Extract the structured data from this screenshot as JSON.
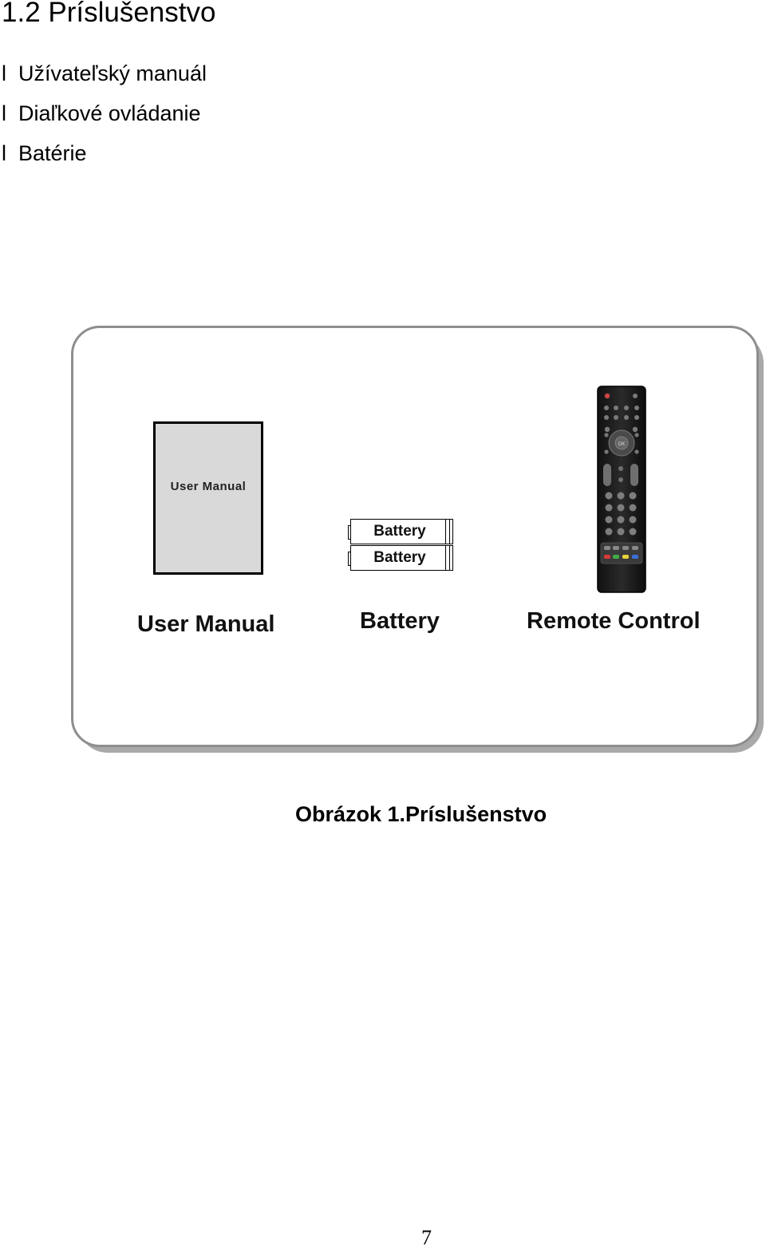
{
  "section": {
    "heading": "1.2 Príslušenstvo"
  },
  "accessories_list": {
    "bullet": "l",
    "items": [
      "Užívateľský manuál",
      "Diaľkové ovládanie",
      "Batérie"
    ]
  },
  "figure": {
    "manual_book_label": "User Manual",
    "battery_labels": [
      "Battery",
      "Battery"
    ],
    "captions": {
      "user_manual": "User Manual",
      "battery": "Battery",
      "remote_control": "Remote Control"
    },
    "remote": {
      "ok_label": "OK",
      "color_keys": [
        "#d83a3a",
        "#3fae49",
        "#e8d23a",
        "#3a6fd8"
      ]
    },
    "caption": "Obrázok 1.Príslušenstvo"
  },
  "page": {
    "number": "7"
  }
}
